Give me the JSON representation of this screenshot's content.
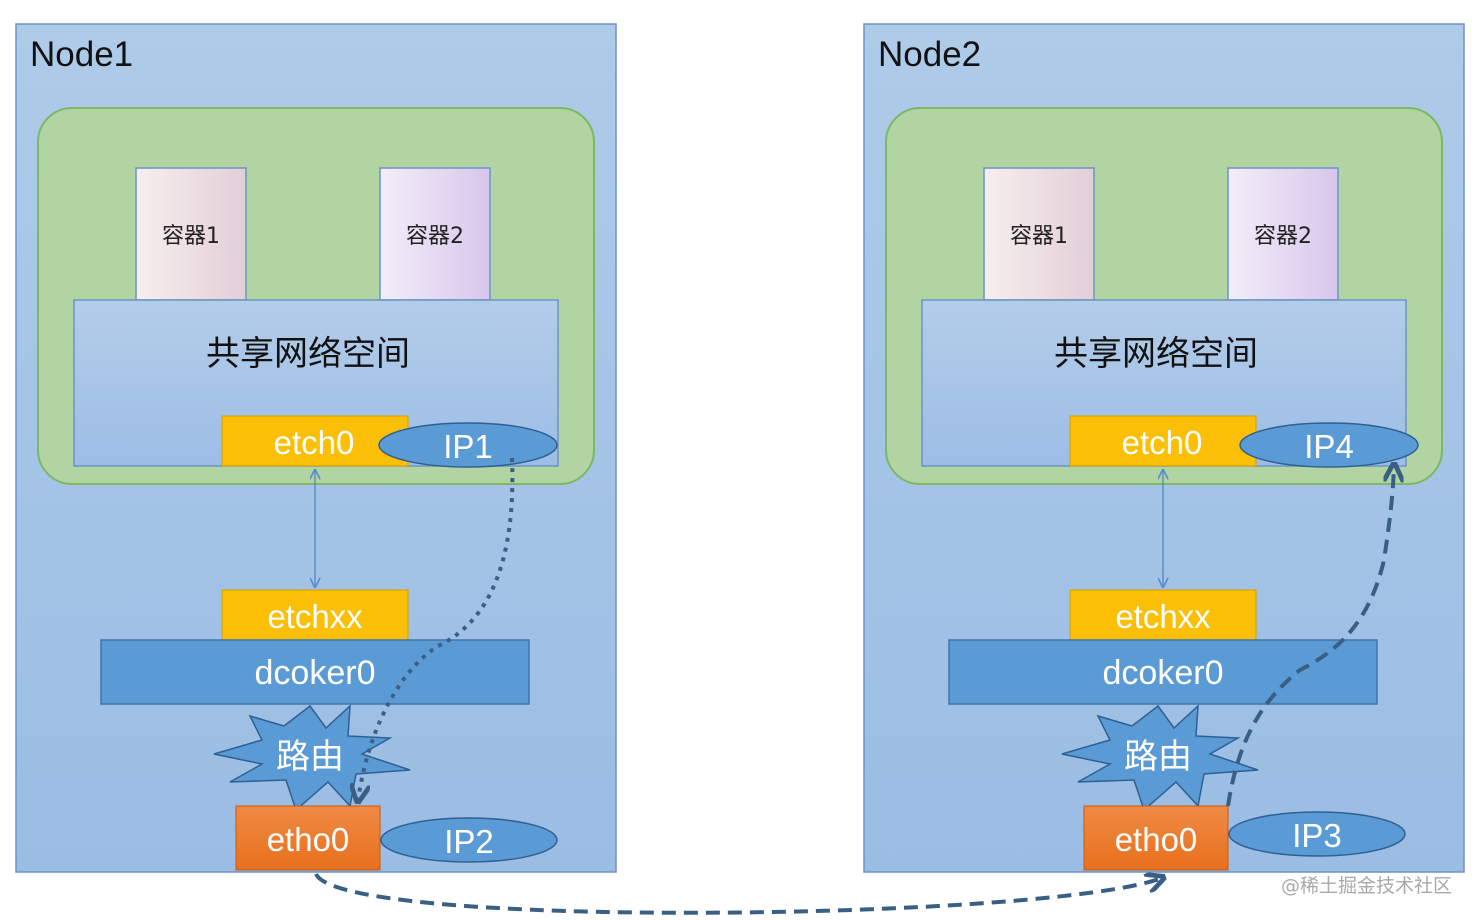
{
  "nodes": [
    {
      "title": "Node1",
      "container_a": "容器1",
      "container_b": "容器2",
      "namespace_label": "共享网络空间",
      "pod_iface": "etch0",
      "pod_ip": "IP1",
      "veth": "etchxx",
      "bridge": "dcoker0",
      "router": "路由",
      "host_iface": "etho0",
      "host_ip": "IP2"
    },
    {
      "title": "Node2",
      "container_a": "容器1",
      "container_b": "容器2",
      "namespace_label": "共享网络空间",
      "pod_iface": "etch0",
      "pod_ip": "IP4",
      "veth": "etchxx",
      "bridge": "dcoker0",
      "router": "路由",
      "host_iface": "etho0",
      "host_ip": "IP3"
    }
  ],
  "watermark": "@稀土掘金技术社区",
  "colors": {
    "node_bg": "#a9c5e6",
    "node_border": "#6b93c6",
    "pod_bg": "#b0d4a0",
    "pod_border": "#7fb868",
    "iface_yellow": "#fbbf07",
    "bridge_blue": "#5b9bd5",
    "host_iface_orange": "#ed7d31",
    "ip_ellipse": "#5b9bd5",
    "arrow": "#3a5f85"
  }
}
